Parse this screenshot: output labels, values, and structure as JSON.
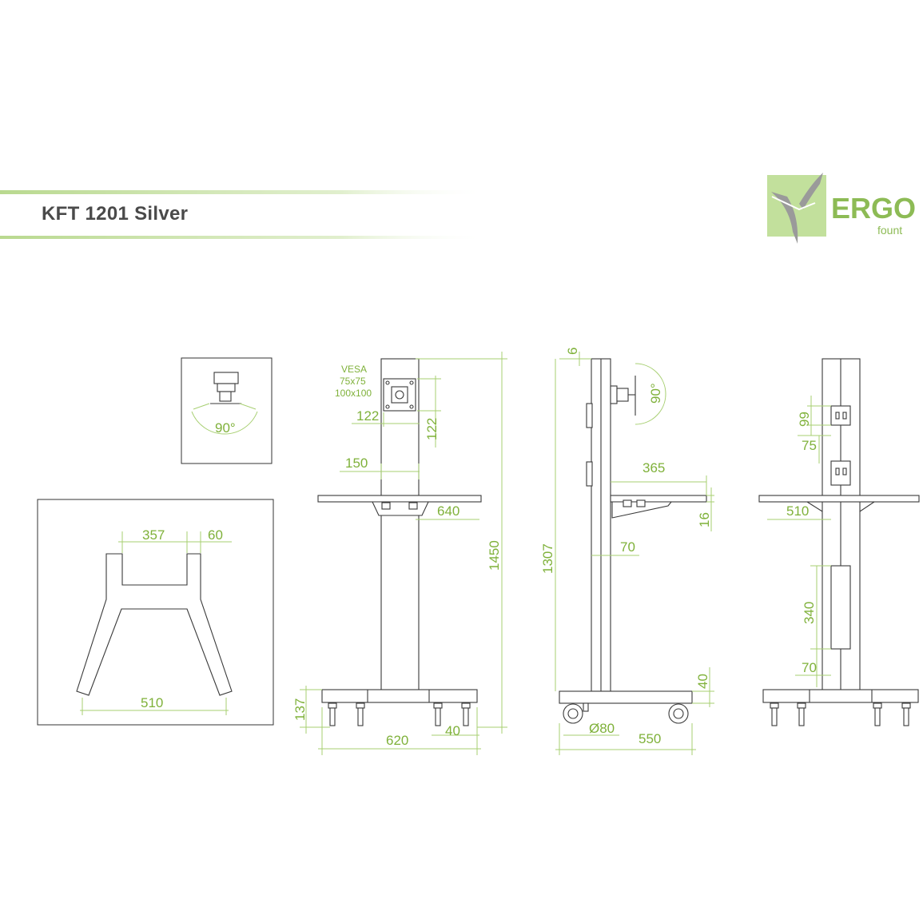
{
  "header": {
    "title": "KFT 1201 Silver",
    "band_color": "#b9d98f"
  },
  "logo": {
    "brand": "ERGO",
    "sub": "fount",
    "color_light": "#c2e09c",
    "color_text": "#8dbb55"
  },
  "tilt_detail": {
    "angle": "90°"
  },
  "base_view": {
    "dim_top_left": "357",
    "dim_top_right": "60",
    "dim_bottom": "510"
  },
  "front_view": {
    "vesa_label": "VESA",
    "vesa_size_1": "75x75",
    "vesa_size_2": "100x100",
    "dim_vesa_w": "122",
    "dim_vesa_h": "122",
    "dim_column": "150",
    "dim_shelf": "640",
    "dim_height": "1450",
    "dim_base_h": "137",
    "dim_base_w": "620",
    "dim_caster": "40"
  },
  "side_view": {
    "dim_top": "6",
    "dim_tilt": "90°",
    "dim_shelf_depth": "365",
    "dim_shelf_thick": "16",
    "dim_height": "1307",
    "dim_offset": "70",
    "dim_base_thick": "40",
    "dim_wheel": "Ø80",
    "dim_base_depth": "550"
  },
  "back_view": {
    "dim_slot_h": "99",
    "dim_slot_gap": "75",
    "dim_shelf": "510",
    "dim_cover": "340",
    "dim_bottom": "70"
  },
  "colors": {
    "dimension": "#7fb13a",
    "outline": "#3a3a3a"
  }
}
